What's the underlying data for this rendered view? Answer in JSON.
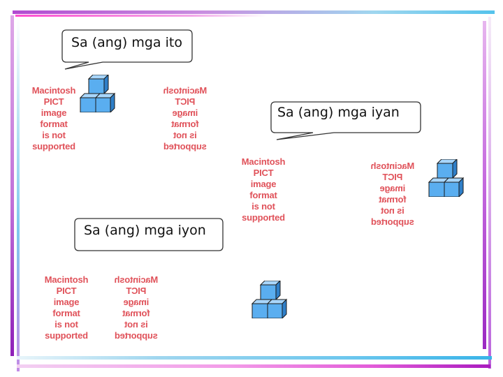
{
  "slide": {
    "callouts": [
      {
        "id": "ito",
        "text": "Sa (ang) mga ito"
      },
      {
        "id": "iyan",
        "text": "Sa (ang) mga iyan"
      },
      {
        "id": "iyon",
        "text": "Sa (ang) mga iyon"
      }
    ],
    "placeholder": {
      "line1": "Macintosh PICT",
      "line2": "image format",
      "line3": "is not supported"
    },
    "colors": {
      "placeholder_text": "#e0525a",
      "cube_fill": "#5aaef0",
      "cube_top": "#a8d6fb",
      "cube_outline": "#1a1a1a"
    },
    "icons": [
      "stacked-cubes-icon"
    ]
  }
}
